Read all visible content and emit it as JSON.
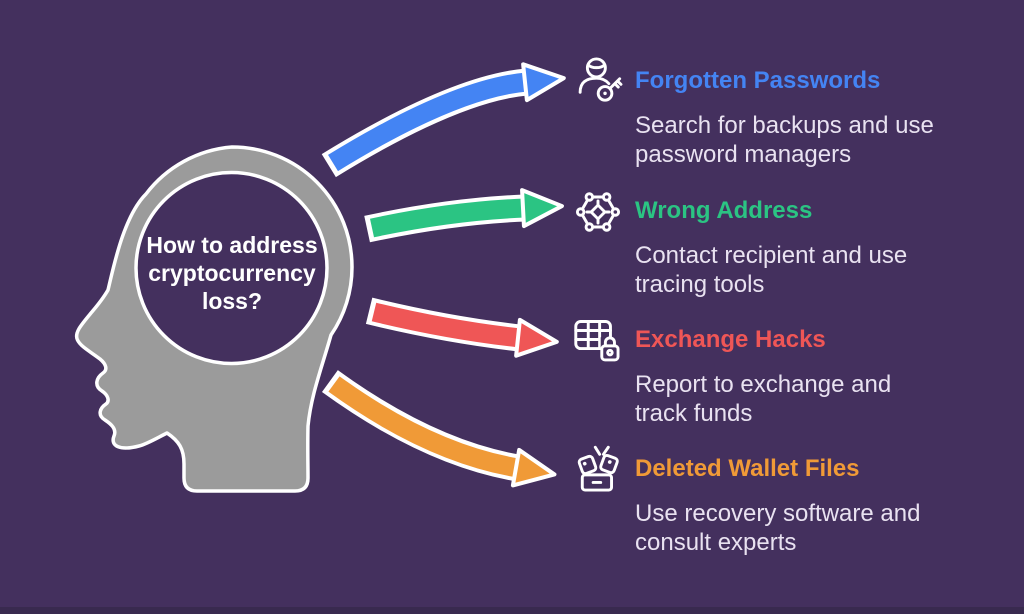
{
  "colors": {
    "background": "#44305e",
    "footer_bar": "#392a4f",
    "head_fill": "#9b9b9b",
    "outline": "#ffffff",
    "text_light": "#e9e2f1"
  },
  "head": {
    "question": "How to address cryptocurrency loss?"
  },
  "items": [
    {
      "title": "Forgotten Passwords",
      "color": "#4484f3",
      "icon": "user-key-icon",
      "description_lines": [
        "Search for backups and use",
        "password managers"
      ]
    },
    {
      "title": "Wrong Address",
      "color": "#2bc483",
      "icon": "network-nodes-icon",
      "description_lines": [
        "Contact recipient and use",
        "tracing tools"
      ]
    },
    {
      "title": "Exchange Hacks",
      "color": "#ef5656",
      "icon": "database-lock-icon",
      "description_lines": [
        "Report to exchange and",
        "track funds"
      ]
    },
    {
      "title": "Deleted Wallet Files",
      "color": "#f09a37",
      "icon": "deleted-wallet-icon",
      "description_lines": [
        "Use recovery software and",
        "consult experts"
      ]
    }
  ]
}
